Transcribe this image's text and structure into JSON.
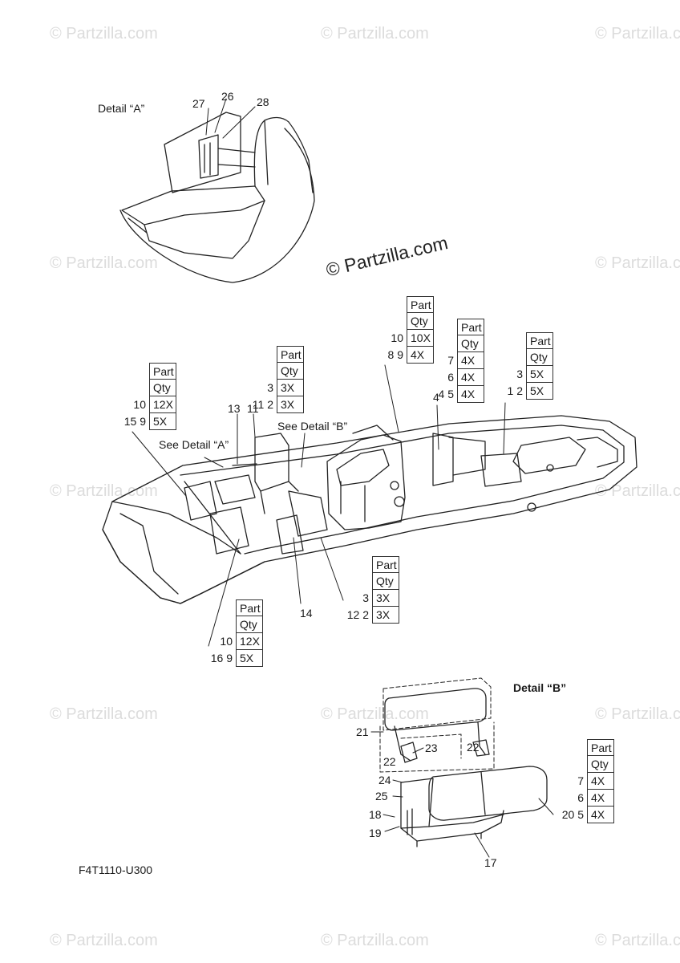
{
  "watermark": "© Partzilla.com",
  "main_watermark": "© Partzilla.com",
  "detail_a_title": "Detail “A”",
  "detail_b_title": "Detail “B”",
  "see_detail_a": "See Detail “A”",
  "see_detail_b": "See Detail “B”",
  "figure_code": "F4T1110-U300",
  "callouts": {
    "c1": "1",
    "c2": "2",
    "c3": "3",
    "c4": "4",
    "c5": "5",
    "c6": "6",
    "c7": "7",
    "c8": "8",
    "c9": "9",
    "c10": "10",
    "c11": "11",
    "c12": "12",
    "c13": "13",
    "c14": "14",
    "c15": "15",
    "c16": "16",
    "c17": "17",
    "c18": "18",
    "c19": "19",
    "c20": "20",
    "c21": "21",
    "c22a": "22",
    "c22b": "22",
    "c23": "23",
    "c24": "24",
    "c25": "25",
    "c26": "26",
    "c27": "27",
    "c28": "28"
  },
  "qty_tables": {
    "t10_9_12_5": {
      "header1": "Part",
      "header2": "Qty",
      "rows": [
        {
          "part": "10",
          "qty": "12X"
        },
        {
          "part": "15  9",
          "qty": "5X"
        }
      ]
    },
    "t3_2_3_3": {
      "header1": "Part",
      "header2": "Qty",
      "rows": [
        {
          "part": "3",
          "qty": "3X"
        },
        {
          "part": "11  2",
          "qty": "3X"
        }
      ]
    },
    "t10_9_10_4": {
      "header1": "Part",
      "header2": "Qty",
      "rows": [
        {
          "part": "10",
          "qty": "10X"
        },
        {
          "part": "8  9",
          "qty": "4X"
        }
      ]
    },
    "t7_6_5_4": {
      "header1": "Part",
      "header2": "Qty",
      "rows": [
        {
          "part": "7",
          "qty": "4X"
        },
        {
          "part": "6",
          "qty": "4X"
        },
        {
          "part": "4  5",
          "qty": "4X"
        }
      ]
    },
    "t3_2_5_5": {
      "header1": "Part",
      "header2": "Qty",
      "rows": [
        {
          "part": "3",
          "qty": "5X"
        },
        {
          "part": "1  2",
          "qty": "5X"
        }
      ]
    },
    "t3_2_mid": {
      "header1": "Part",
      "header2": "Qty",
      "rows": [
        {
          "part": "3",
          "qty": "3X"
        },
        {
          "part": "12  2",
          "qty": "3X"
        }
      ]
    },
    "t10_9_bottom": {
      "header1": "Part",
      "header2": "Qty",
      "rows": [
        {
          "part": "10",
          "qty": "12X"
        },
        {
          "part": "16  9",
          "qty": "5X"
        }
      ]
    },
    "t7_6_5_detailb": {
      "header1": "Part",
      "header2": "Qty",
      "rows": [
        {
          "part": "7",
          "qty": "4X"
        },
        {
          "part": "6",
          "qty": "4X"
        },
        {
          "part": "20  5",
          "qty": "4X"
        }
      ]
    }
  }
}
